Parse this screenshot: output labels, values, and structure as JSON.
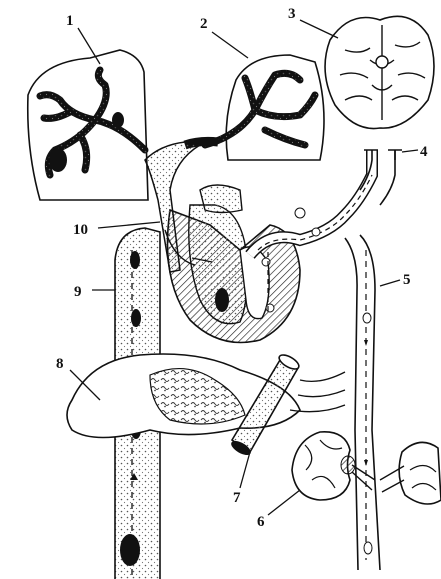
{
  "labels": {
    "l1": "1",
    "l2": "2",
    "l3": "3",
    "l4": "4",
    "l5": "5",
    "l6": "6",
    "l7": "7",
    "l8": "8",
    "l9": "9",
    "l10": "10"
  },
  "colors": {
    "ink": "#111111",
    "paper": "#ffffff",
    "stipple": "#9a9a9a"
  }
}
